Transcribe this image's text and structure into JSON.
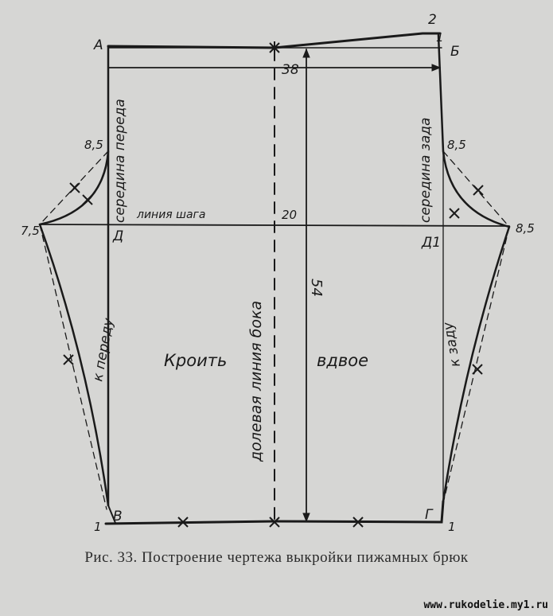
{
  "points": {
    "A": "А",
    "B": "Б",
    "V": "В",
    "G": "Г",
    "D": "Д",
    "D1": "Д1",
    "two": "2",
    "one_top": "1",
    "one_left": "1",
    "one_right": "1"
  },
  "measurements": {
    "width": "38",
    "crotch_depth": "20",
    "length": "54",
    "front_curve": "8,5",
    "back_curve": "8,5",
    "front_ext": "7,5",
    "back_ext": "8,5"
  },
  "labels": {
    "center_front": "середина переда",
    "center_back": "середина зада",
    "crotch_line": "линия шага",
    "grain_line": "долевая линия бока",
    "to_front": "к переду",
    "to_back": "к заду",
    "cut": "Кроить",
    "double": "вдвое"
  },
  "caption": "Рис. 33. Построение чертежа выкройки пижамных брюк",
  "watermark": "www.rukodelie.my1.ru"
}
